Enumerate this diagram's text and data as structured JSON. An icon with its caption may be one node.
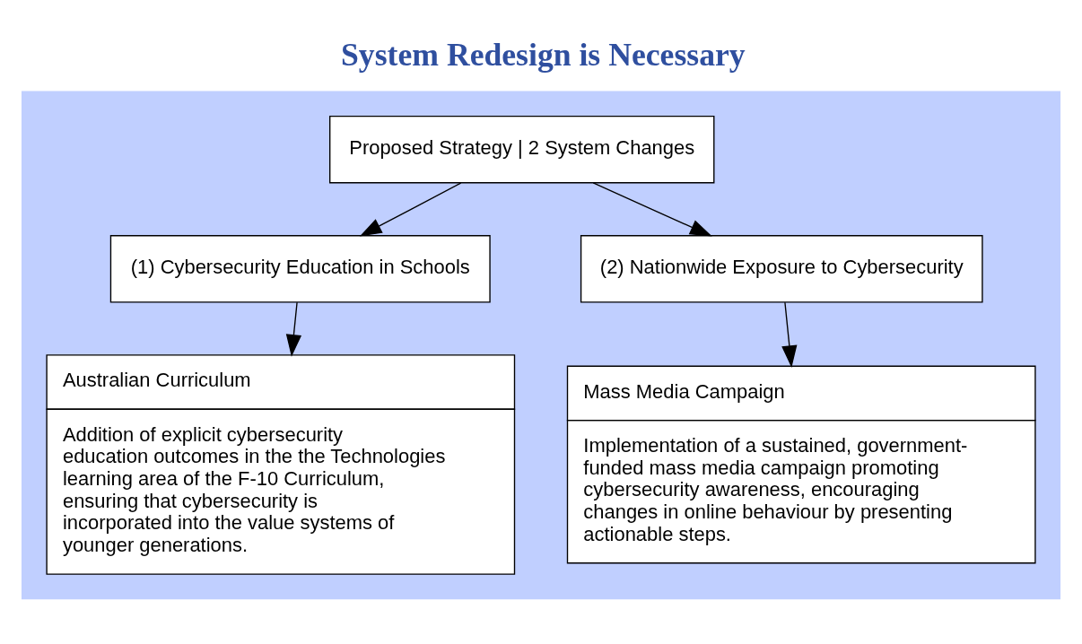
{
  "diagram": {
    "title": "System Redesign is Necessary",
    "nodes": [
      {
        "text": [],
        "shape": "box"
      },
      {
        "text": [
          "Proposed Strategy | 2 System Changes"
        ],
        "in": 0
      },
      {
        "text": [
          "(1) Cybersecurity Education in Schools"
        ],
        "in": 0
      },
      {
        "text": [
          "(2) Nationwide Exposure to Cybersecurity"
        ],
        "in": 0
      },
      {
        "text": [
          "Australian Curriculum",
          "Addition of explicit cybersecurity education outcomes in the the Technologies learning area of the F-10 Curriculum, ensuring that cybersecurity is incorporated into the value systems of younger generations."
        ],
        "in": 0
      },
      {
        "text": [
          "Mass Media Campaign",
          "Implementation of a sustained, government-funded mass media campaign promoting cybersecurity awareness, encouraging changes in online behaviour by presenting actionable steps."
        ],
        "in": 0
      }
    ],
    "edges": [
      {
        "from": 1,
        "to": 2,
        "arrow": "to"
      },
      {
        "from": 1,
        "to": 3,
        "arrow": "to"
      },
      {
        "from": 2,
        "to": 4,
        "arrow": "to"
      },
      {
        "from": 3,
        "to": 5,
        "arrow": "to"
      }
    ]
  }
}
